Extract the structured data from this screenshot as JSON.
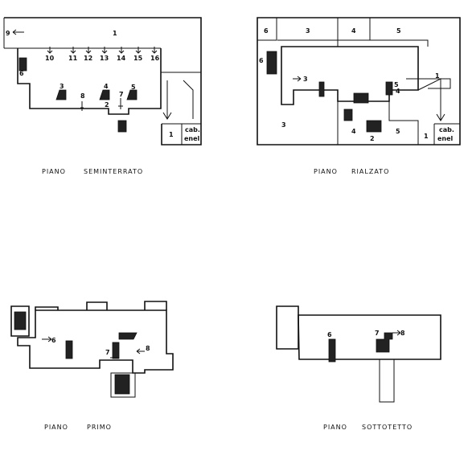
{
  "floors": {
    "seminterrato": {
      "caption_a": "PIANO",
      "caption_b": "SEMINTERRATO",
      "labels": [
        "9",
        "1",
        "10",
        "11",
        "12",
        "13",
        "14",
        "15",
        "16",
        "6",
        "3",
        "8",
        "4",
        "7",
        "5",
        "2",
        "1",
        "cab.",
        "enel"
      ]
    },
    "rialzato": {
      "caption_a": "PIANO",
      "caption_b": "RIALZATO",
      "labels": [
        "6",
        "3",
        "4",
        "5",
        "6",
        "3",
        "5",
        "4",
        "1",
        "3",
        "4",
        "2",
        "5",
        "1",
        "cab.",
        "enel"
      ]
    },
    "primo": {
      "caption_a": "PIANO",
      "caption_b": "PRIMO",
      "labels": [
        "6",
        "7",
        "8"
      ]
    },
    "sottotetto": {
      "caption_a": "PIANO",
      "caption_b": "SOTTOTETTO",
      "labels": [
        "6",
        "7",
        "8"
      ]
    }
  }
}
